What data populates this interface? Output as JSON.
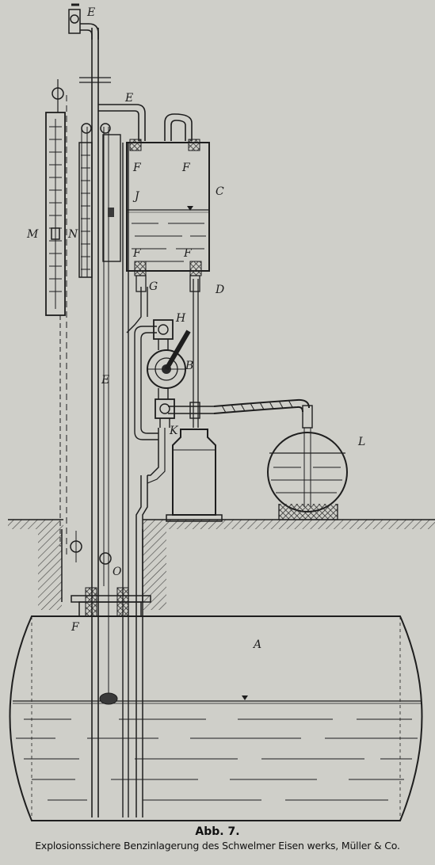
{
  "figure": {
    "labels": {
      "E_top": "E",
      "E_upper": "E",
      "E_lower": "E",
      "F_tl": "F",
      "F_tr": "F",
      "F_bl": "F",
      "F_br": "F",
      "F_tank": "F",
      "C": "C",
      "J": "J",
      "M": "M",
      "N": "N",
      "G": "G",
      "D": "D",
      "H": "H",
      "B": "B",
      "K": "K",
      "L": "L",
      "O": "O",
      "A": "A"
    },
    "colors": {
      "paper": "#cfcfc9",
      "ink": "#1e1e1e",
      "hatch": "#4a4a48"
    }
  },
  "caption": {
    "title": "Abb. 7.",
    "subtitle": "Explosionssichere Benzinlagerung des Schwelmer Eisen werks, Müller & Co."
  }
}
